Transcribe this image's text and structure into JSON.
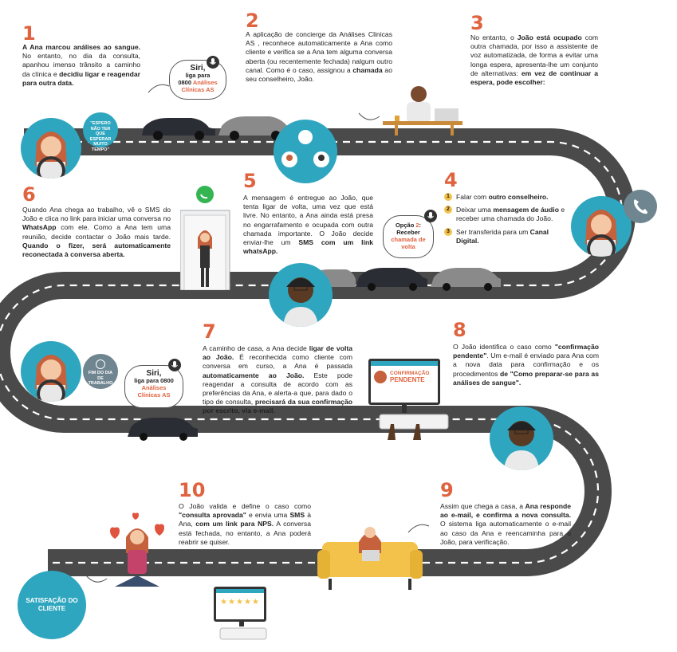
{
  "steps": {
    "s1": {
      "number": "1",
      "text_a": "A Ana marcou análises ao sangue.",
      "text_b": " No entanto, no dia da consulta, apanhou imenso trânsito a caminho da clínica e ",
      "text_c": "decidiu ligar e reagendar para outra data."
    },
    "s2": {
      "number": "2",
      "text_a": "A aplicação de concierge da Análises Clinicas AS , reconhece automaticamente a Ana como cliente e verifica se a Ana tem alguma conversa aberta (ou recentemente fechada) nalgum outro canal. Como é o caso, assignou a ",
      "text_b": "chamada",
      "text_c": " ao seu conselheiro, João."
    },
    "s3": {
      "number": "3",
      "text_a": "No entanto, o ",
      "text_b": "João está ocupado",
      "text_c": " com outra chamada, por isso a assistente de voz automatizada, de forma a evitar uma longa espera, apresenta-lhe um conjunto de alternativas: ",
      "text_d": "em vez de continuar a espera, pode escolher:"
    },
    "s4": {
      "number": "4",
      "opt1_a": "Falar com ",
      "opt1_b": "outro conselheiro.",
      "opt2_a": "Deixar uma ",
      "opt2_b": "mensagem de áudio",
      "opt2_c": " e receber uma chamada do João.",
      "opt3_a": "Ser transferida para um ",
      "opt3_b": "Canal Digital."
    },
    "s5": {
      "number": "5",
      "text_a": "A mensagem é entregue ao João, que tenta ligar de volta, uma vez que está livre. No entanto, a Ana ainda está presa no engarrafamento e ocupada com outra chamada importante. O João decide enviar-lhe um ",
      "text_b": "SMS com um link whatsApp."
    },
    "s6": {
      "number": "6",
      "text_a": "Quando Ana chega ao trabalho, vê o SMS do João e clica no link para iniciar uma conversa no ",
      "text_b": "WhatsApp",
      "text_c": " com ele. Como a Ana tem uma reunião, decide contactar o João mais tarde. ",
      "text_d": "Quando o fizer, será automaticamente reconectada à conversa aberta."
    },
    "s7": {
      "number": "7",
      "text_a": "A caminho de casa, a Ana decide ",
      "text_b": "ligar de volta ao João.",
      "text_c": " É reconhecida como cliente com conversa em curso, a Ana é passada ",
      "text_d": "automaticamente ao João.",
      "text_e": " Este pode reagendar a consulta de acordo com as preferências da Ana, e alerta-a que, para dado o tipo de consulta, ",
      "text_f": "precisará da sua confirmação por escrito, via e-mail."
    },
    "s8": {
      "number": "8",
      "text_a": "O João identifica o caso como ",
      "text_b": "\"confirmação pendente\"",
      "text_c": ". Um e-mail é enviado para Ana com a nova data para confirmação e os procedimentos ",
      "text_d": "de \"Como preparar-se para as análises de sangue\"."
    },
    "s9": {
      "number": "9",
      "text_a": "Assim que chega a casa, a ",
      "text_b": "Ana responde ao e-mail, e confirma a nova consulta.",
      "text_c": " O sistema liga automaticamente o e-mail ao caso da Ana e reencaminha para o João, para verificação."
    },
    "s10": {
      "number": "10",
      "text_a": "O João valida e define o caso como ",
      "text_b": "\"consulta aprovada\"",
      "text_c": " e envia uma ",
      "text_d": "SMS",
      "text_e": " à Ana, ",
      "text_f": "com um link para NPS.",
      "text_g": " A conversa está fechada, no entanto, a Ana poderá reabrir se quiser."
    }
  },
  "bubbles": {
    "siri1": {
      "title": "Siri,",
      "line1": "liga para",
      "line2": "0800 ",
      "line3": "Análises Clínicas AS"
    },
    "siri2": {
      "title": "Siri,",
      "line1": "liga para 0800",
      "line2": "Análises",
      "line3": "Clínicas AS"
    },
    "option2": {
      "line1": "Opção ",
      "num": "2",
      "line1b": ":",
      "line2": "Receber",
      "line3": "chamada de volta"
    }
  },
  "badges": {
    "wait": "\"ESPERO NÃO TER QUE ESPERAR MUITO TEMPO\"",
    "end_day": "FIM DO DIA DE TRABALHO",
    "satisfaction": "SATISFAÇÃO DO CLIENTE",
    "pending_line1": "CONFIRMAÇÃO",
    "pending_line2": "PENDENTE",
    "stars": "★★★★★",
    "option_numbers": [
      "1",
      "2",
      "3"
    ]
  },
  "colors": {
    "accent": "#e0633f",
    "teal": "#2fa6bf",
    "road": "#4a4a4a",
    "yellow": "#f2c24a"
  }
}
